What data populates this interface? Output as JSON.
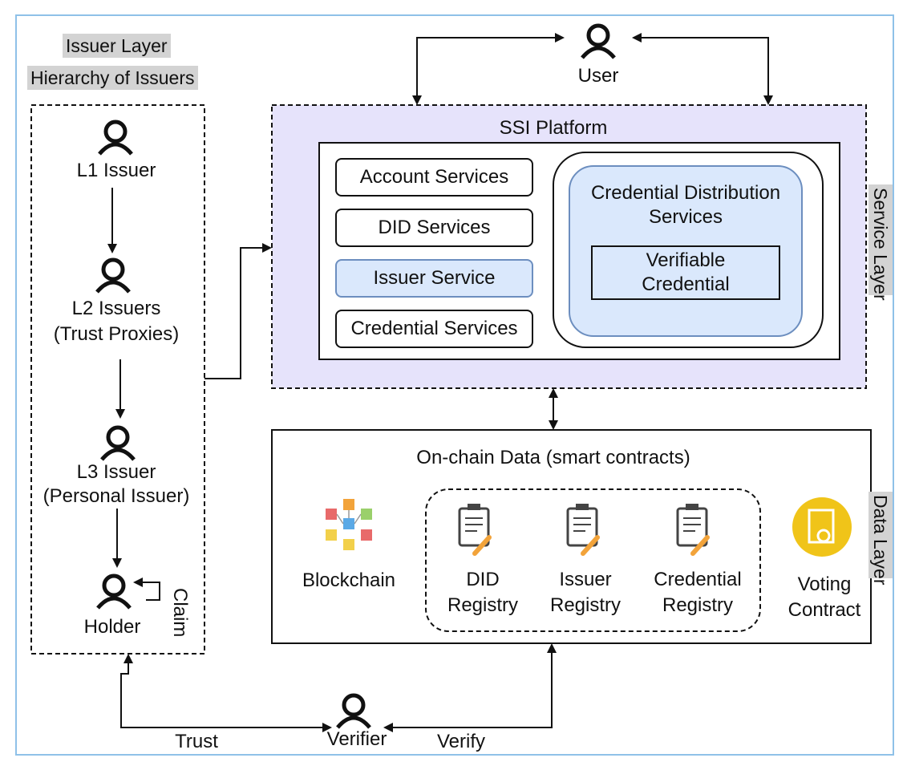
{
  "issuer_layer": {
    "title": "Issuer Layer",
    "subtitle": "Hierarchy of Issuers",
    "l1": "L1 Issuer",
    "l2_line1": "L2 Issuers",
    "l2_line2": "(Trust Proxies)",
    "l3_line1": "L3 Issuer",
    "l3_line2": "(Personal Issuer)",
    "holder": "Holder",
    "claim": "Claim"
  },
  "user": {
    "label": "User"
  },
  "service_layer": {
    "side_label": "Service Layer",
    "platform_title": "SSI Platform",
    "services": [
      "Account Services",
      "DID Services",
      "Issuer Service",
      "Credential Services"
    ],
    "distribution_line1": "Credential Distribution",
    "distribution_line2": "Services",
    "vc_line1": "Verifiable",
    "vc_line2": "Credential"
  },
  "data_layer": {
    "side_label": "Data Layer",
    "title": "On-chain Data (smart contracts)",
    "blockchain": "Blockchain",
    "registries": [
      {
        "line1": "DID",
        "line2": "Registry"
      },
      {
        "line1": "Issuer",
        "line2": "Registry"
      },
      {
        "line1": "Credential",
        "line2": "Registry"
      }
    ],
    "voting_line1": "Voting",
    "voting_line2": "Contract"
  },
  "bottom": {
    "verifier": "Verifier",
    "trust": "Trust",
    "verify": "Verify"
  },
  "colors": {
    "frame": "#8fc1e8",
    "service_layer_fill": "#e6e3fb",
    "blue_fill": "#dae8fc",
    "blue_stroke": "#6c8ebf",
    "voting_gold": "#f0c419",
    "link_orange": "#f2a33a"
  }
}
